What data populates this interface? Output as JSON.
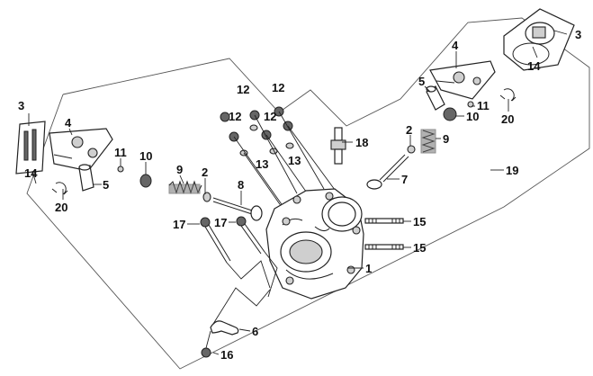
{
  "callouts": {
    "c1": "1",
    "c2a": "2",
    "c2b": "2",
    "c3a": "3",
    "c3b": "3",
    "c4a": "4",
    "c4b": "4",
    "c5a": "5",
    "c5b": "5",
    "c6": "6",
    "c7": "7",
    "c8": "8",
    "c9a": "9",
    "c9b": "9",
    "c10a": "10",
    "c10b": "10",
    "c11a": "11",
    "c11b": "11",
    "c12a": "12",
    "c12b": "12",
    "c12c": "12",
    "c12d": "12",
    "c13a": "13",
    "c13b": "13",
    "c14a": "14",
    "c14b": "14",
    "c15a": "15",
    "c15b": "15",
    "c16": "16",
    "c17a": "17",
    "c17b": "17",
    "c18": "18",
    "c19": "19",
    "c20a": "20",
    "c20b": "20"
  },
  "colors": {
    "line": "#222222",
    "boundary": "#555555",
    "background": "#ffffff"
  }
}
